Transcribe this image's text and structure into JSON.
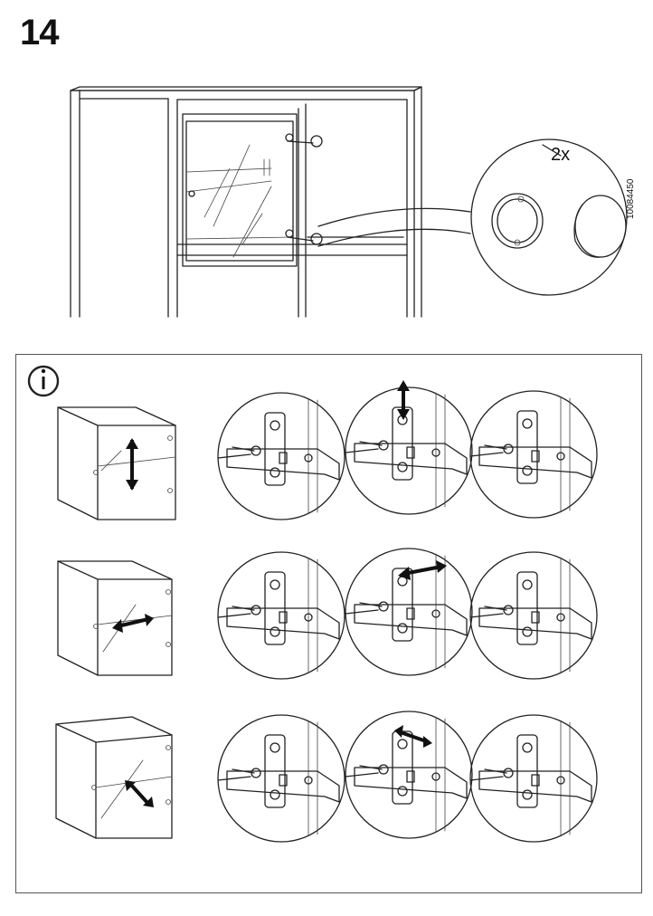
{
  "step": {
    "number": "14"
  },
  "callout": {
    "quantity": "2x"
  },
  "article": {
    "number": "10084450"
  },
  "info_icon": "info-icon",
  "adjustment_rows": [
    {
      "direction": "vertical",
      "icon": "vertical-arrow-icon"
    },
    {
      "direction": "horizontal",
      "icon": "horizontal-arrow-icon"
    },
    {
      "direction": "depth",
      "icon": "diagonal-arrow-icon"
    }
  ],
  "colors": {
    "line": "#222222",
    "background": "#ffffff",
    "frame": "#555555"
  }
}
